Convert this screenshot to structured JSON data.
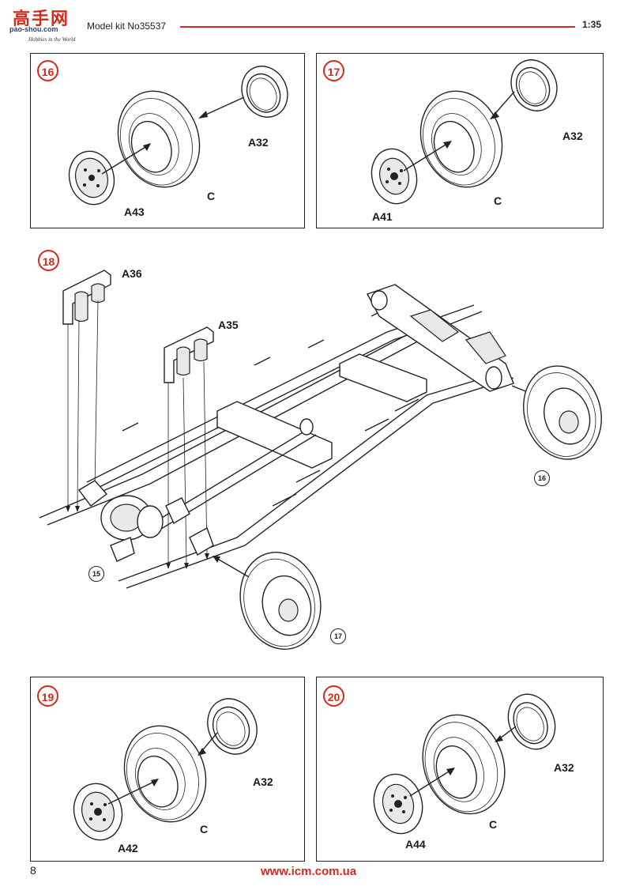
{
  "header": {
    "logo_chinese": "高手网",
    "logo_url": "pao-shou.com",
    "logo_tagline": "Hobbies in the World",
    "title": "Model kit No35537",
    "scale": "1:35"
  },
  "colors": {
    "accent": "#d42a1e",
    "ink": "#222222"
  },
  "steps": [
    {
      "number": "16",
      "parts": {
        "cap": "A32",
        "tire": "C",
        "hub": "A43"
      }
    },
    {
      "number": "17",
      "parts": {
        "cap": "A32",
        "tire": "C",
        "hub": "A41"
      }
    },
    {
      "number": "18",
      "parts": {
        "front_springs": "A36",
        "rear_springs": "A35"
      },
      "refs": [
        "16",
        "15",
        "17"
      ]
    },
    {
      "number": "19",
      "parts": {
        "cap": "A32",
        "tire": "C",
        "hub": "A42"
      }
    },
    {
      "number": "20",
      "parts": {
        "cap": "A32",
        "tire": "C",
        "hub": "A44"
      }
    }
  ],
  "footer": {
    "page_number": "8",
    "website": "www.icm.com.ua"
  }
}
